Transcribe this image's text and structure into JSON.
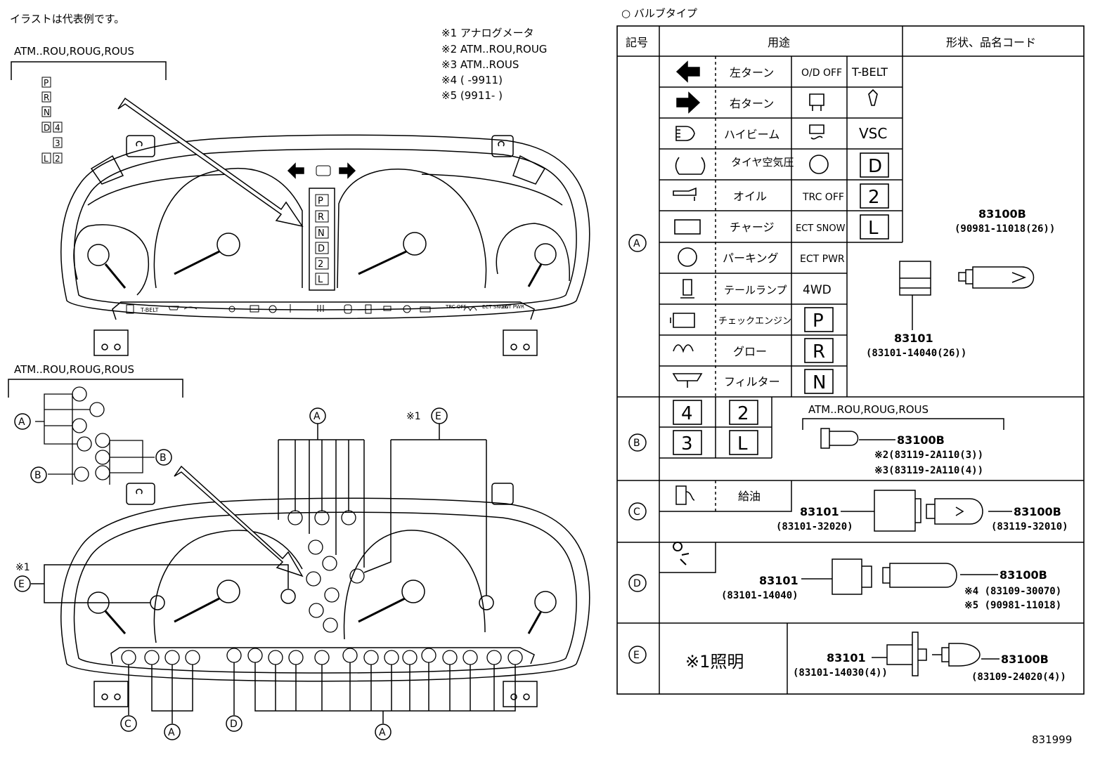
{
  "header": {
    "illustration_note": "イラストは代表例です。",
    "bulb_type_title": "○ バルブタイプ",
    "diagram_id": "831999"
  },
  "notes": [
    "※1 アナログメータ",
    "※2 ATM..ROU,ROUG",
    "※3 ATM..ROUS",
    "※4 (   -9911)",
    "※5 (9911-   )"
  ],
  "cluster_top": {
    "model_label": "ATM..ROU,ROUG,ROUS",
    "shift_strip": [
      "P",
      "R",
      "N",
      "D",
      "4",
      "3",
      "L",
      "2"
    ],
    "gear_window": [
      "P",
      "R",
      "N",
      "D",
      "2",
      "L"
    ],
    "tell_tales": [
      "T-BELT",
      "TRC OFF",
      "ECT SNOW",
      "ECT PWR"
    ]
  },
  "cluster_bottom": {
    "model_label": "ATM..ROU,ROUG,ROUS",
    "callouts": {
      "A": "A",
      "B": "B",
      "C": "C",
      "D": "D",
      "E": "E"
    },
    "note1": "※1"
  },
  "table": {
    "headers": {
      "symbol": "記号",
      "use": "用途",
      "shape": "形状、品名コード"
    },
    "row_a": {
      "symbol": "A",
      "uses": [
        "左ターン",
        "右ターン",
        "ハイビーム",
        "タイヤ空気圧",
        "オイル",
        "チャージ",
        "パーキング",
        "テールランプ",
        "チェックエンジン",
        "グロー",
        "フィルター"
      ],
      "col3": [
        "O/D OFF",
        "",
        "",
        "",
        "TRC OFF",
        "ECT SNOW",
        "ECT PWR",
        "4WD",
        "P",
        "R",
        "N"
      ],
      "col4": [
        "T-BELT",
        "",
        "VSC",
        "D",
        "2",
        "L"
      ],
      "bulb_code": "83100B",
      "bulb_sub": "(90981-11018(26))",
      "socket_code": "83101",
      "socket_sub": "(83101-14040(26))"
    },
    "row_b": {
      "symbol": "B",
      "indicators": [
        "4",
        "2",
        "3",
        "L"
      ],
      "model": "ATM..ROU,ROUG,ROUS",
      "bulb_code": "83100B",
      "sub1": "※2(83119-2A110(3))",
      "sub2": "※3(83119-2A110(4))"
    },
    "row_c": {
      "symbol": "C",
      "use": "給油",
      "socket_code": "83101",
      "socket_sub": "(83101-32020)",
      "bulb_code": "83100B",
      "bulb_sub": "(83119-32010)"
    },
    "row_d": {
      "symbol": "D",
      "socket_code": "83101",
      "socket_sub": "(83101-14040)",
      "bulb_code": "83100B",
      "sub1": "※4 (83109-30070)",
      "sub2": "※5 (90981-11018)"
    },
    "row_e": {
      "symbol": "E",
      "use": "※1照明",
      "socket_code": "83101",
      "socket_sub": "(83101-14030(4))",
      "bulb_code": "83100B",
      "bulb_sub": "(83109-24020(4))"
    }
  }
}
